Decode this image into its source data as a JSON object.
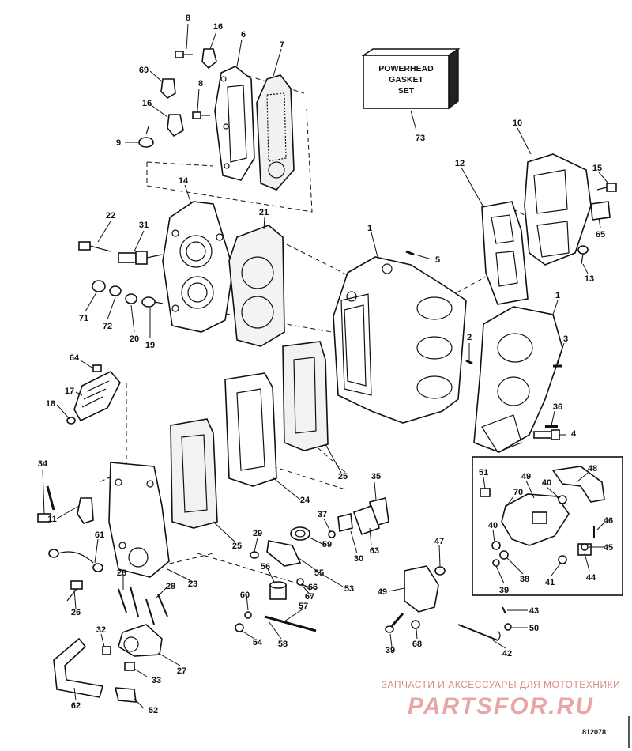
{
  "gasket_set_box": {
    "line1": "POWERHEAD",
    "line2": "GASKET",
    "line3": "SET"
  },
  "callouts": [
    {
      "n": "8"
    },
    {
      "n": "16"
    },
    {
      "n": "6"
    },
    {
      "n": "7"
    },
    {
      "n": "69"
    },
    {
      "n": "8"
    },
    {
      "n": "16"
    },
    {
      "n": "9"
    },
    {
      "n": "73"
    },
    {
      "n": "10"
    },
    {
      "n": "12"
    },
    {
      "n": "15"
    },
    {
      "n": "14"
    },
    {
      "n": "21"
    },
    {
      "n": "22"
    },
    {
      "n": "31"
    },
    {
      "n": "65"
    },
    {
      "n": "1"
    },
    {
      "n": "5"
    },
    {
      "n": "13"
    },
    {
      "n": "71"
    },
    {
      "n": "72"
    },
    {
      "n": "20"
    },
    {
      "n": "19"
    },
    {
      "n": "1"
    },
    {
      "n": "3"
    },
    {
      "n": "2"
    },
    {
      "n": "64"
    },
    {
      "n": "17"
    },
    {
      "n": "18"
    },
    {
      "n": "36"
    },
    {
      "n": "4"
    },
    {
      "n": "25"
    },
    {
      "n": "34"
    },
    {
      "n": "11"
    },
    {
      "n": "24"
    },
    {
      "n": "35"
    },
    {
      "n": "48"
    },
    {
      "n": "51"
    },
    {
      "n": "49"
    },
    {
      "n": "40"
    },
    {
      "n": "70"
    },
    {
      "n": "29"
    },
    {
      "n": "37"
    },
    {
      "n": "25"
    },
    {
      "n": "46"
    },
    {
      "n": "61"
    },
    {
      "n": "59"
    },
    {
      "n": "63"
    },
    {
      "n": "30"
    },
    {
      "n": "40"
    },
    {
      "n": "47"
    },
    {
      "n": "45"
    },
    {
      "n": "56"
    },
    {
      "n": "55"
    },
    {
      "n": "23"
    },
    {
      "n": "38"
    },
    {
      "n": "28"
    },
    {
      "n": "28"
    },
    {
      "n": "66"
    },
    {
      "n": "67"
    },
    {
      "n": "53"
    },
    {
      "n": "44"
    },
    {
      "n": "60"
    },
    {
      "n": "49"
    },
    {
      "n": "41"
    },
    {
      "n": "39"
    },
    {
      "n": "26"
    },
    {
      "n": "57"
    },
    {
      "n": "43"
    },
    {
      "n": "32"
    },
    {
      "n": "54"
    },
    {
      "n": "58"
    },
    {
      "n": "68"
    },
    {
      "n": "50"
    },
    {
      "n": "27"
    },
    {
      "n": "39"
    },
    {
      "n": "42"
    },
    {
      "n": "33"
    },
    {
      "n": "62"
    },
    {
      "n": "52"
    }
  ],
  "watermark": {
    "tagline": "ЗАПЧАСТИ И АКСЕССУАРЫ ДЛЯ МОТОТЕХНИКИ",
    "brand": "PARTSFOR.RU"
  },
  "drawing_code": "812078"
}
